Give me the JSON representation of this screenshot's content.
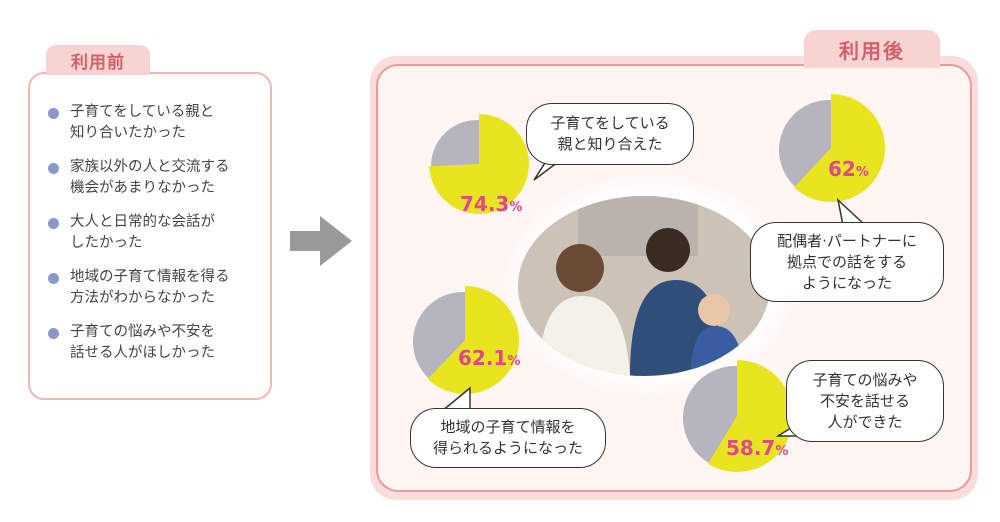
{
  "before": {
    "title": "利用前",
    "items": [
      "子育てをしている親と\n知り合いたかった",
      "家族以外の人と交流する\n機会があまりなかった",
      "大人と日常的な会話が\nしたかった",
      "地域の子育て情報を得る\n方法がわからなかった",
      "子育ての悩みや不安を\n話せる人がほしかった"
    ]
  },
  "after": {
    "title": "利用後"
  },
  "colors": {
    "pie_fill": "#e8e520",
    "pie_rest": "#b6b4bf",
    "label": "#e2478a",
    "accent_pink": "#d4606b",
    "bullet": "#8b98c9"
  },
  "chart_data": [
    {
      "type": "pie",
      "value": 74.3,
      "label": "74.3",
      "unit": "%",
      "caption": "子育てをしている\n親と知り合えた"
    },
    {
      "type": "pie",
      "value": 62,
      "label": "62",
      "unit": "%",
      "caption": "配偶者·パートナーに\n拠点での話をする\nようになった"
    },
    {
      "type": "pie",
      "value": 62.1,
      "label": "62.1",
      "unit": "%",
      "caption": "地域の子育て情報を\n得られるようになった"
    },
    {
      "type": "pie",
      "value": 58.7,
      "label": "58.7",
      "unit": "%",
      "caption": "子育ての悩みや\n不安を話せる\n人ができた"
    }
  ]
}
